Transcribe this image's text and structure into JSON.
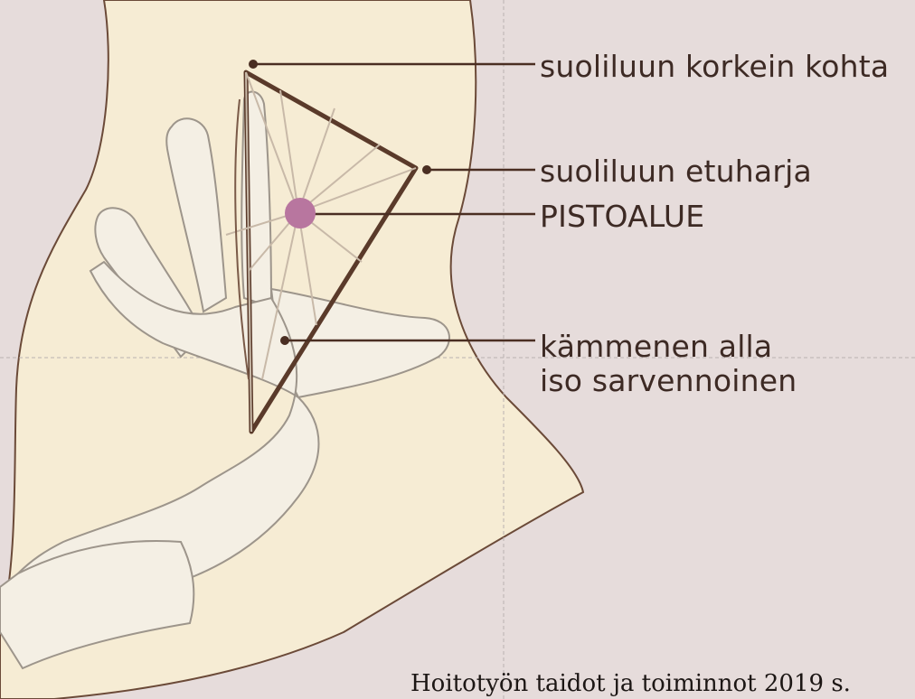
{
  "labels": {
    "highest_point": "suoliluun korkein kohta",
    "anterior_crest": "suoliluun etuharja",
    "injection_site": "PISTOALUE",
    "under_palm_line1": "kämmenen alla",
    "under_palm_line2": "iso sarvennoinen"
  },
  "source": {
    "caption": "Hoitotyön taidot ja toiminnot 2019 s."
  },
  "colors": {
    "background": "#e6dcdb",
    "skin": "#f6ecd4",
    "glove": "#f4efe4",
    "outline": "#5a3a2a",
    "leader_line": "#4a2e22",
    "injection_dot": "#b8769f",
    "guide_line": "#b9b2b0"
  },
  "icons": {
    "injection_site_marker": "magenta-dot",
    "leader_endpoint": "brown-dot"
  }
}
